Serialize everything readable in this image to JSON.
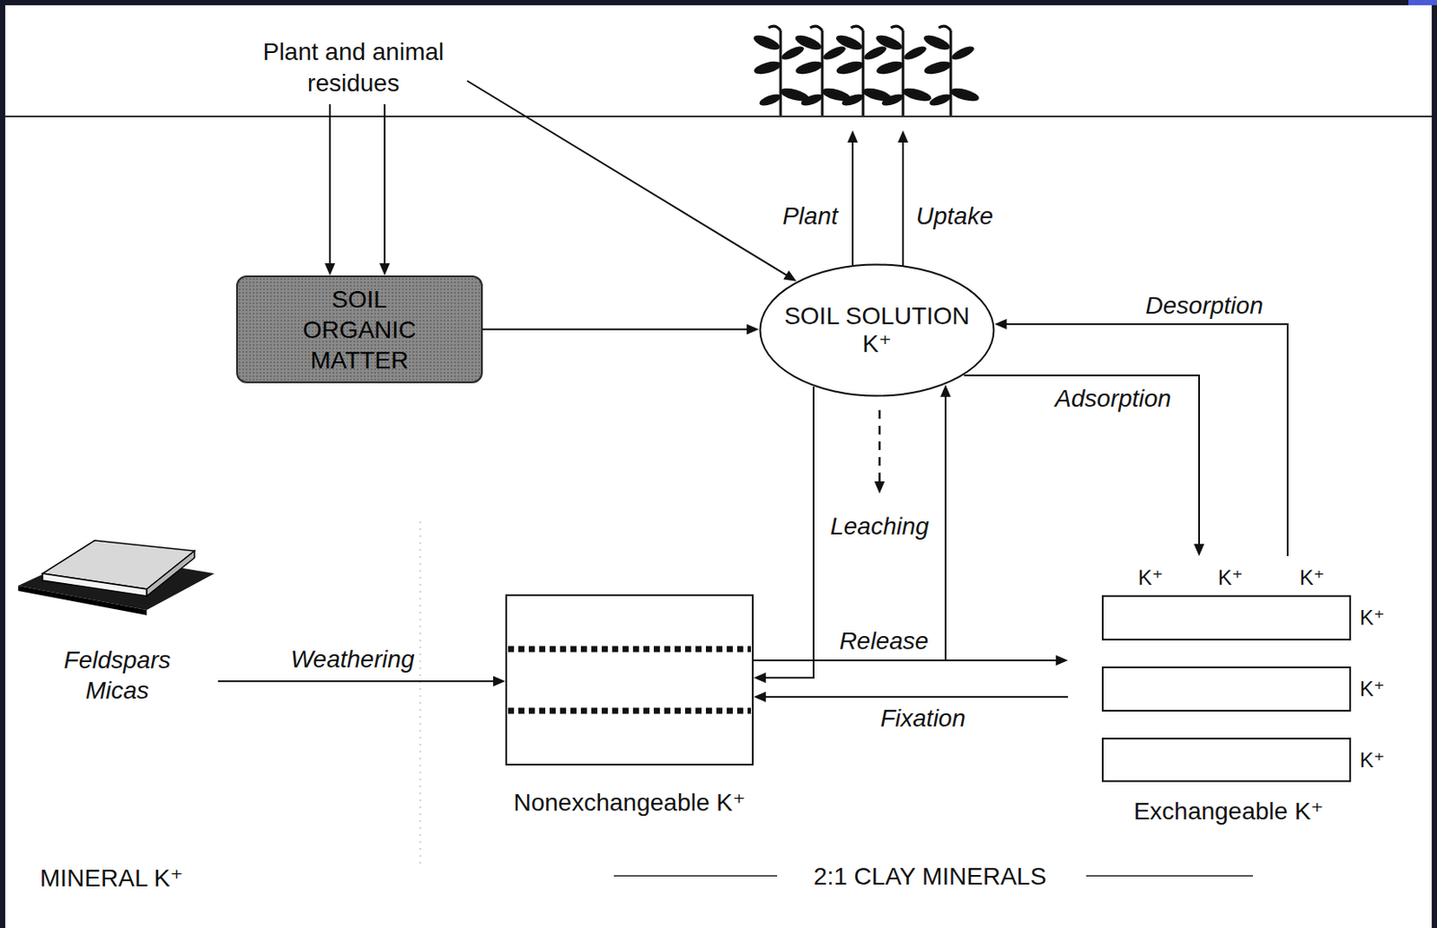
{
  "diagram": {
    "nodes": [
      {
        "text": [
          "Plant and animal residues"
        ]
      },
      {
        "text": [
          "SOIL ORGANIC MATTER"
        ]
      },
      {
        "text": [
          "SOIL SOLUTION K⁺"
        ]
      },
      {
        "text": [
          "Feldspars Micas"
        ]
      },
      {
        "text": [
          "Nonexchangeable K⁺"
        ]
      },
      {
        "text": [
          "Exchangeable K⁺"
        ]
      }
    ],
    "edges": [
      {
        "from": 0,
        "to": 1,
        "arrow": "to"
      },
      {
        "from": 0,
        "to": 1,
        "arrow": "to"
      },
      {
        "from": 0,
        "to": 2,
        "arrow": "to"
      },
      {
        "from": 1,
        "to": 2,
        "arrow": "to"
      },
      {
        "from": 5,
        "to": 2,
        "label": "Desorption",
        "arrow": "to"
      },
      {
        "from": 2,
        "to": 5,
        "label": "Adsorption",
        "arrow": "to"
      },
      {
        "from": 2,
        "to": 4,
        "arrow": "to"
      },
      {
        "from": 4,
        "to": 5,
        "label": "Release",
        "arrow": "to"
      },
      {
        "from": 4,
        "to": 2,
        "arrow": "to"
      },
      {
        "from": 5,
        "to": 4,
        "label": "Fixation",
        "arrow": "to"
      },
      {
        "from": 3,
        "to": 4,
        "label": "Weathering",
        "arrow": "to"
      }
    ],
    "labels": [
      "Plant",
      "Uptake",
      "Leaching",
      "K⁺",
      "K⁺",
      "K⁺",
      "K⁺",
      "K⁺",
      "K⁺",
      "MINERAL K⁺",
      "2:1 CLAY MINERALS"
    ]
  }
}
